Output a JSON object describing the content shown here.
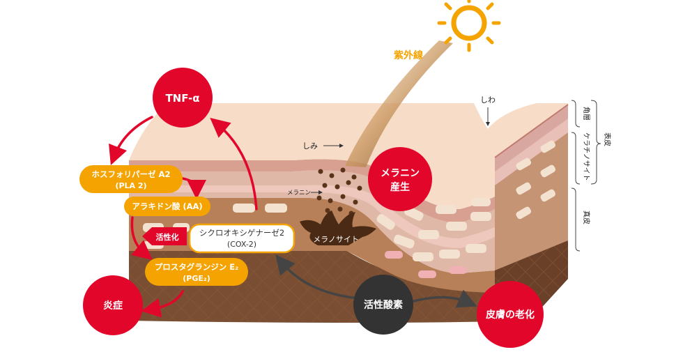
{
  "labels": {
    "uv": "紫外線",
    "wrinkle": "しわ",
    "spot": "しみ",
    "melanin": "メラニン",
    "melanocyte": "メラノサイト",
    "keratinocyte": "ケラチノサイト",
    "stratum_corneum": "角層",
    "epidermis": "表皮",
    "dermis": "真皮"
  },
  "nodes": {
    "tnf": "TNF-α",
    "melanin_production_line1": "メラニン",
    "melanin_production_line2": "産生",
    "inflammation": "炎症",
    "skin_aging": "皮膚の老化",
    "ros": "活性酸素",
    "pla2_line1": "ホスフォリパーゼ A2",
    "pla2_line2": "(PLA 2)",
    "aa": "アラキドン酸 (AA)",
    "cox2_line1": "シクロオキシゲナーゼ2",
    "cox2_line2": "(COX-2)",
    "pge2_line1": "プロスタグランジン E₂",
    "pge2_line2": "(PGE₂)",
    "activation": "活性化"
  },
  "colors": {
    "red": "#e2062b",
    "orange": "#f5a300",
    "dark": "#333333",
    "sun": "#f5a300"
  }
}
